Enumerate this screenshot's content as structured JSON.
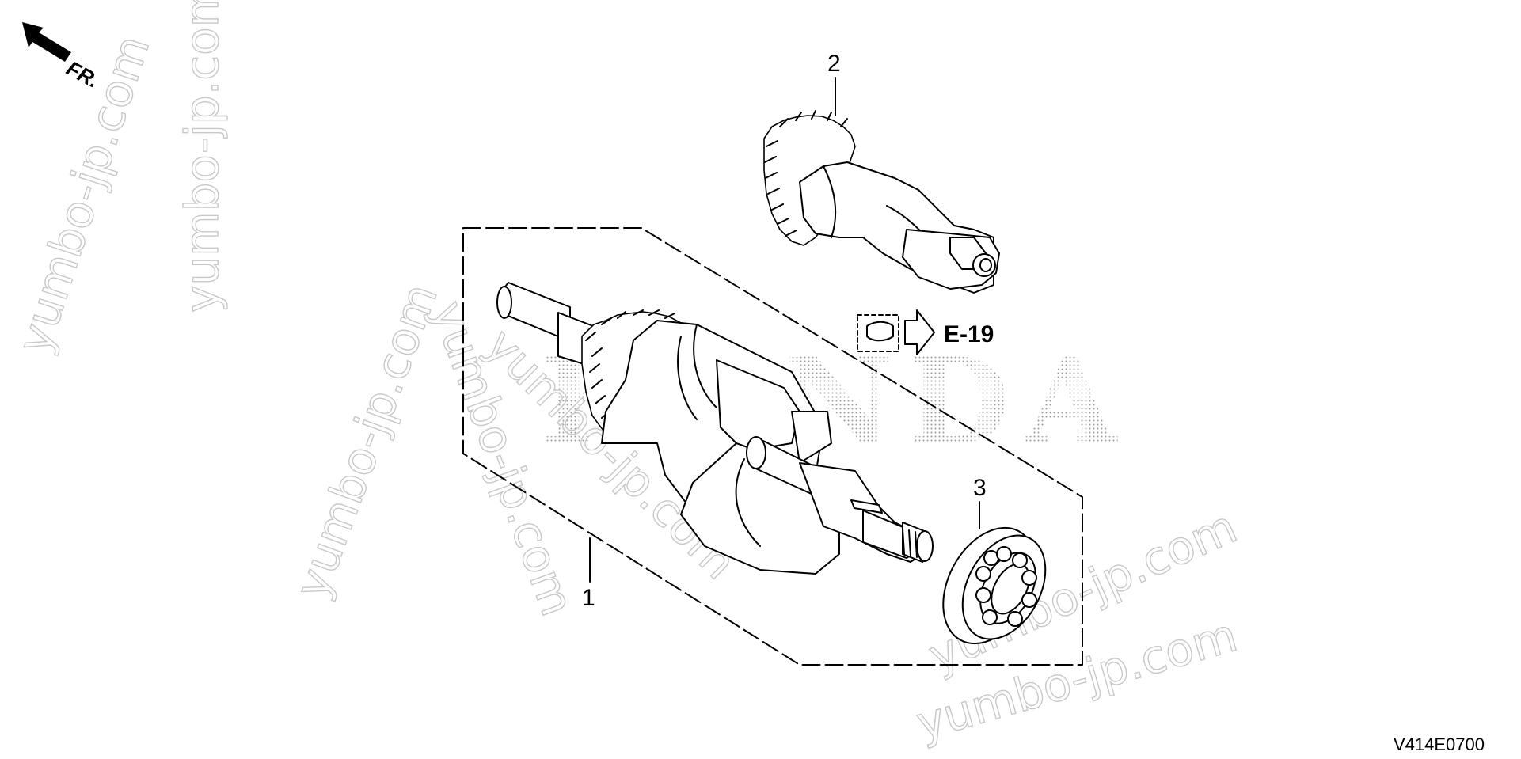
{
  "orientation": {
    "label": "FR."
  },
  "watermarks": [
    "yumbo-jp.com",
    "yumbo-jp.com",
    "yumbo-jp.com",
    "yumbo-jp.com",
    "yumbo-jp.com",
    "yumbo-jp.com",
    "yumbo-jp.com"
  ],
  "brand_watermark": "HONDA",
  "callouts": [
    {
      "number": "1",
      "part": "crankshaft assembly"
    },
    {
      "number": "2",
      "part": "balancer shaft"
    },
    {
      "number": "3",
      "part": "ball bearing"
    }
  ],
  "reference": {
    "label": "E-19"
  },
  "diagram_code": "V414E0700"
}
